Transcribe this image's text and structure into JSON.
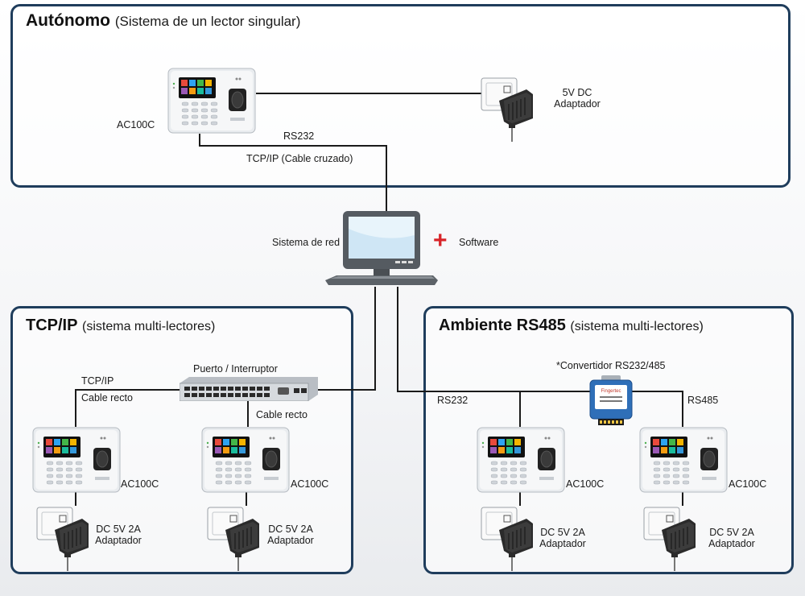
{
  "panels": {
    "standalone": {
      "title": "Autónomo",
      "subtitle": "(Sistema de un lector singular)"
    },
    "tcpip": {
      "title": "TCP/IP",
      "subtitle": "(sistema multi-lectores)"
    },
    "rs485": {
      "title": "Ambiente RS485",
      "subtitle": "(sistema multi-lectores)"
    }
  },
  "standalone": {
    "reader_label": "AC100C",
    "adapter_label_1": "5V DC",
    "adapter_label_2": "Adaptador",
    "rs232_label": "RS232",
    "crossover_label": "TCP/IP (Cable cruzado)"
  },
  "network": {
    "computer_label": "Sistema de red",
    "plus_symbol": "+",
    "software_label": "Software"
  },
  "tcpip": {
    "switch_label": "Puerto / Interruptor",
    "link_label": "TCP/IP",
    "straight_cable_1": "Cable recto",
    "straight_cable_2": "Cable recto",
    "reader_1_label": "AC100C",
    "reader_2_label": "AC100C",
    "adapter_1_line1": "DC 5V 2A",
    "adapter_1_line2": "Adaptador",
    "adapter_2_line1": "DC 5V 2A",
    "adapter_2_line2": "Adaptador"
  },
  "rs485": {
    "converter_label": "*Convertidor RS232/485",
    "converter_brand": "Fingertec",
    "rs232_label": "RS232",
    "rs485_label": "RS485",
    "reader_1_label": "AC100C",
    "reader_2_label": "AC100C",
    "adapter_1_line1": "DC 5V 2A",
    "adapter_1_line2": "Adaptador",
    "adapter_2_line1": "DC 5V 2A",
    "adapter_2_line2": "Adaptador"
  },
  "colors": {
    "panel_border": "#1f3d5c",
    "wire": "#1a1a1a",
    "plus": "#d8252a",
    "converter": "#2f6fb8"
  }
}
